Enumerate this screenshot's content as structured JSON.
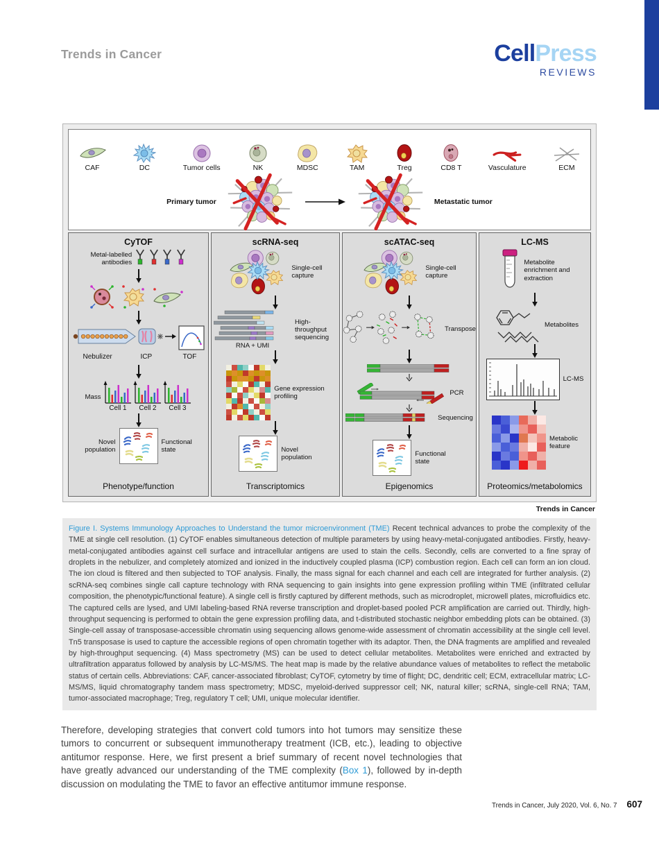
{
  "page": {
    "journal_header": "Trends in Cancer",
    "logo": {
      "cell": "Cell",
      "press": "Press",
      "reviews": "REVIEWS"
    },
    "footer": {
      "citation": "Trends in Cancer,  July 2020, Vol. 6, No. 7",
      "page_number": "607"
    }
  },
  "colors": {
    "brand_dark_blue": "#1c3f9e",
    "brand_light_blue": "#a6d5f4",
    "reviews_blue": "#2b4aa0",
    "caption_link_blue": "#2e9bd6",
    "panel_bg": "#dcdcdc",
    "caption_bg": "#e9e9e9",
    "vessel_red": "#d42222"
  },
  "figure": {
    "credit": "Trends in Cancer",
    "legend": {
      "items": [
        {
          "label": "CAF"
        },
        {
          "label": "DC"
        },
        {
          "label": "Tumor cells"
        },
        {
          "label": "NK"
        },
        {
          "label": "MDSC"
        },
        {
          "label": "TAM"
        },
        {
          "label": "Treg"
        },
        {
          "label": "CD8 T"
        },
        {
          "label": "Vasculature"
        },
        {
          "label": "ECM"
        }
      ]
    },
    "tumor_row": {
      "left_label": "Primary tumor",
      "right_label": "Metastatic tumor"
    },
    "panels": {
      "cytof": {
        "title": "CyTOF",
        "antibody_label": "Metal-labelled\nantibodies",
        "nebulizer": "Nebulizer",
        "icp": "ICP",
        "tof": "TOF",
        "mass": "Mass",
        "cells": [
          "Cell 1",
          "Cell 2",
          "Cell 3"
        ],
        "novel_population": "Novel\npopulation",
        "functional_state": "Functional\nstate",
        "footer": "Phenotype/function"
      },
      "scrna": {
        "title": "scRNA-seq",
        "capture": "Single-cell\ncapture",
        "sequencing": "High-throughput\nsequencing",
        "rna_umi": "RNA + UMI",
        "profiling": "Gene expression\nprofiling",
        "novel_population": "Novel\npopulation",
        "footer": "Transcriptomics"
      },
      "scatac": {
        "title": "scATAC-seq",
        "capture": "Single-cell\ncapture",
        "transpose": "Transpose",
        "pcr": "PCR",
        "sequencing": "Sequencing",
        "functional_state": "Functional\nstate",
        "footer": "Epigenomics"
      },
      "lcms": {
        "title": "LC-MS",
        "enrichment": "Metabolite\nenrichment and\nextraction",
        "metabolites": "Metabolites",
        "lcms_label": "LC-MS",
        "metabolic_feature": "Metabolic\nfeature",
        "footer": "Proteomics/metabolomics"
      }
    }
  },
  "caption": {
    "title": "Figure I. Systems Immunology Approaches to Understand the tumor microenvironment (TME)",
    "body": "Recent technical advances to probe the complexity of the TME at single cell resolution. (1) CyTOF enables simultaneous detection of multiple parameters by using heavy-metal-conjugated antibodies. Firstly, heavy-metal-conjugated antibodies against cell surface and intracellular antigens are used to stain the cells. Secondly, cells are converted to a fine spray of droplets in the nebulizer, and completely atomized and ionized in the inductively coupled plasma (ICP) combustion region. Each cell can form an ion cloud. The ion cloud is filtered and then subjected to TOF analysis. Finally, the mass signal for each channel and each cell are integrated for further analysis. (2) scRNA-seq combines single call capture technology with RNA sequencing to gain insights into gene expression profiling within TME (infiltrated cellular composition, the phenotypic/functional feature). A single cell is firstly captured by different methods, such as microdroplet, microwell plates, microfluidics etc. The captured cells are lysed, and UMI labeling-based RNA reverse transcription and droplet-based pooled PCR amplification are carried out. Thirdly, high-throughput sequencing is performed to obtain the gene expression profiling data, and t-distributed stochastic neighbor embedding plots can be obtained. (3) Single-cell assay of transposase-accessible chromatin using sequencing allows genome-wide assessment of chromatin accessibility at the single cell level. Tn5 transposase is used to capture the accessible regions of open chromatin together with its adaptor. Then, the DNA fragments are amplified and revealed by high-throughput sequencing. (4) Mass spectrometry (MS) can be used to detect cellular metabolites. Metabolites were enriched and extracted by ultrafiltration apparatus followed by analysis by LC-MS/MS. The heat map is made by the relative abundance values of metabolites to reflect the metabolic status of certain cells. Abbreviations: CAF, cancer-associated fibroblast; CyTOF, cytometry by time of flight; DC, dendritic cell; ECM, extracellular matrix; LC-MS/MS, liquid chromatography tandem mass spectrometry; MDSC, myeloid-derived suppressor cell; NK, natural killer; scRNA, single-cell RNA; TAM, tumor-associated macrophage; Treg, regulatory T cell; UMI, unique molecular identifier."
  },
  "body_text": {
    "pre": "Therefore, developing strategies that convert cold tumors into hot tumors may sensitize these tumors to concurrent or subsequent immunotherapy treatment (ICB, etc.), leading to objective antitumor response. Here, we first present a brief summary of recent novel technologies that have greatly advanced our understanding of the TME complexity (",
    "link": "Box 1",
    "post": "), followed by in-depth discussion on modulating the TME to favor an effective antitumor immune response."
  }
}
